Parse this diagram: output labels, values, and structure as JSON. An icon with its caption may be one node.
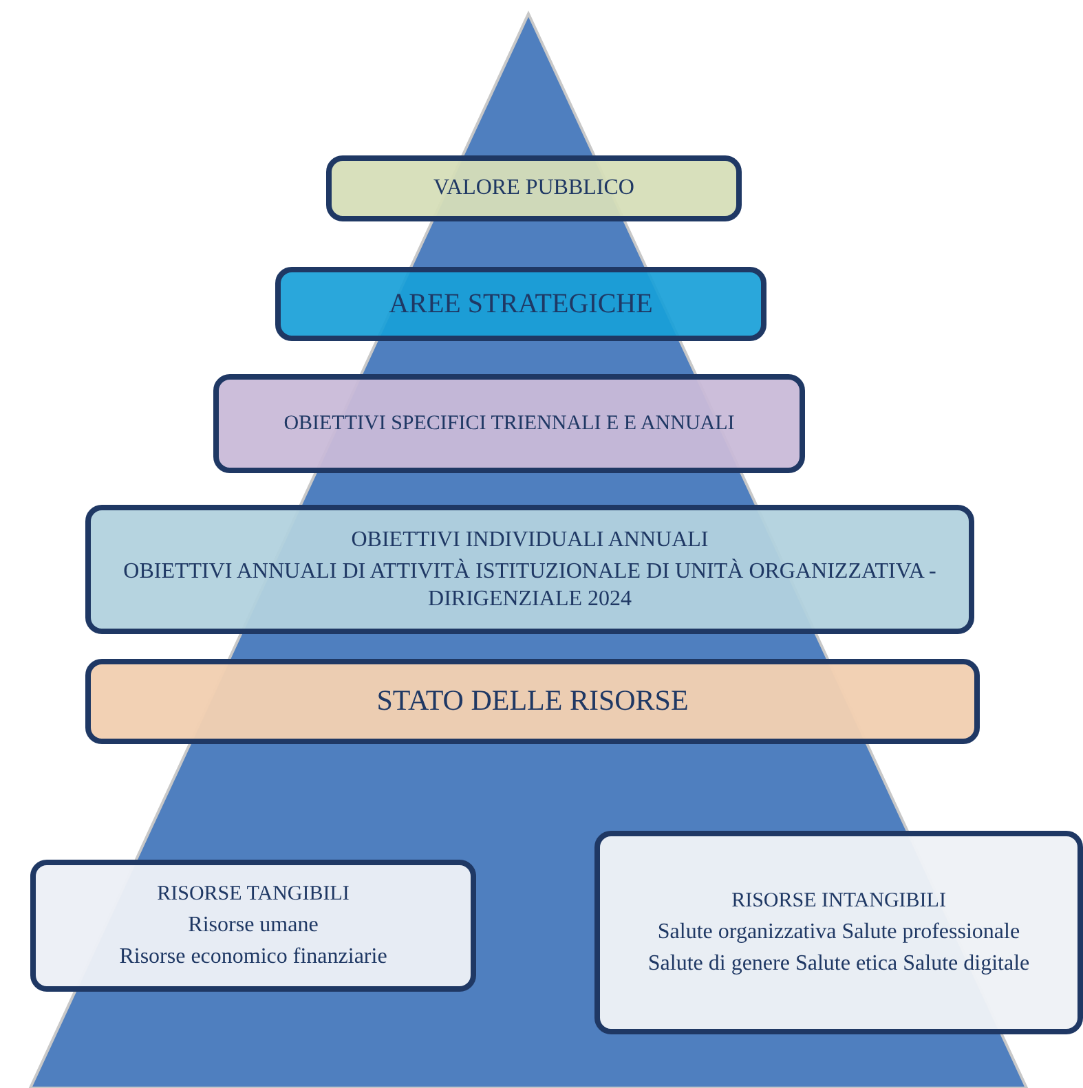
{
  "diagram": {
    "nodes": [
      {
        "text": [
          "VALORE PUBBLICO"
        ]
      },
      {
        "text": [
          "AREE STRATEGICHE"
        ]
      },
      {
        "text": [
          "OBIETTIVI SPECIFICI TRIENNALI E E ANNUALI"
        ]
      },
      {
        "text": [
          "OBIETTIVI INDIVIDUALI ANNUALI",
          "OBIETTIVI ANNUALI DI ATTIVITÀ ISTITUZIONALE DI UNITÀ ORGANIZZATIVA -DIRIGENZIALE 2024"
        ]
      },
      {
        "text": [
          "STATO DELLE RISORSE"
        ]
      },
      {
        "text": [
          "RISORSE TANGIBILI",
          "Risorse umane",
          "Risorse economico finanziarie"
        ]
      },
      {
        "text": [
          "RISORSE INTANGIBILI",
          "Salute organizzativa Salute professionale",
          "Salute di genere Salute etica Salute digitale"
        ]
      }
    ],
    "edges": []
  }
}
